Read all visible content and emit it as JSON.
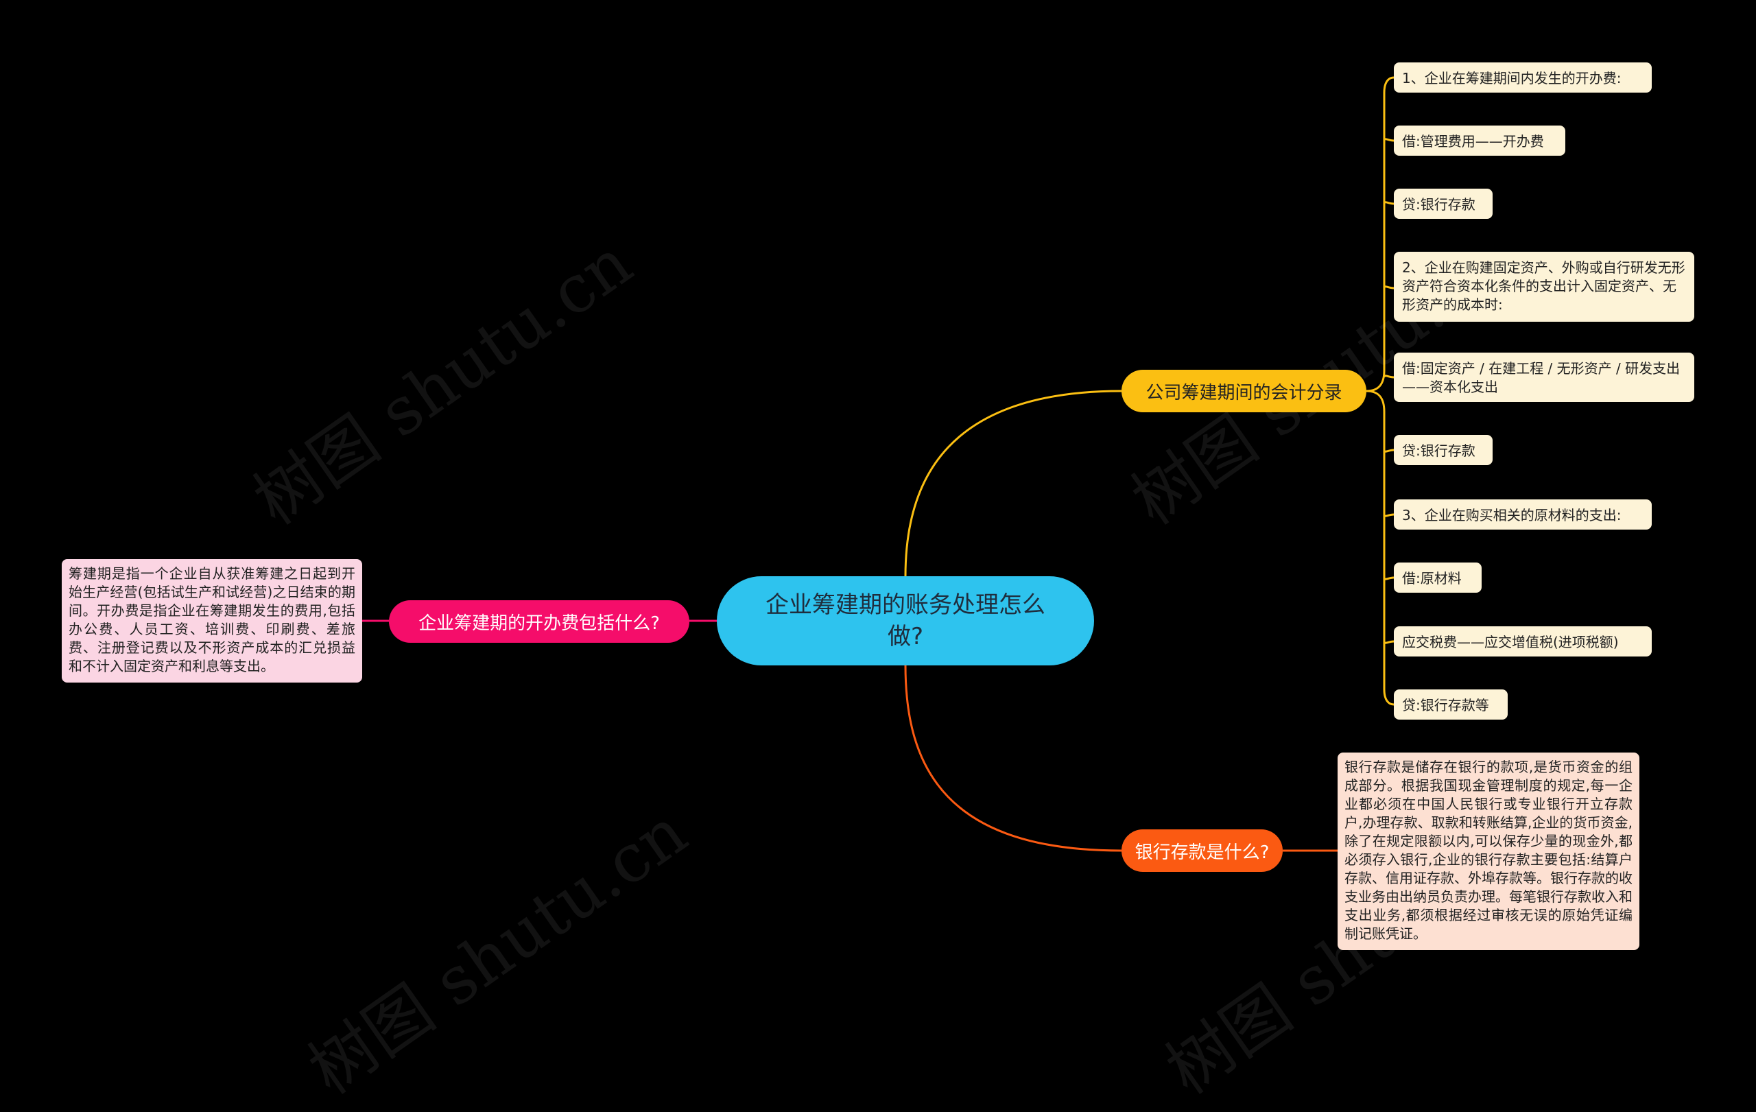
{
  "center": {
    "label": "企业筹建期的账务处理怎么做?"
  },
  "branches": {
    "accounting": {
      "label": "公司筹建期间的会计分录",
      "color": "#fbbf12",
      "items": [
        "1、企业在筹建期间内发生的开办费:",
        "借:管理费用——开办费",
        "贷:银行存款",
        "2、企业在购建固定资产、外购或自行研发无形资产符合资本化条件的支出计入固定资产、无形资产的成本时:",
        "借:固定资产 / 在建工程 / 无形资产 / 研发支出——资本化支出",
        "贷:银行存款",
        "3、企业在购买相关的原材料的支出:",
        "借:原材料",
        "应交税费——应交增值税(进项税额)",
        "贷:银行存款等"
      ]
    },
    "bank": {
      "label": "银行存款是什么?",
      "color": "#fb5a12",
      "note": "银行存款是储存在银行的款项,是货币资金的组成部分。根据我国现金管理制度的规定,每一企业都必须在中国人民银行或专业银行开立存款户,办理存款、取款和转账结算,企业的货币资金,除了在规定限额以内,可以保存少量的现金外,都必须存入银行,企业的银行存款主要包括:结算户存款、信用证存款、外埠存款等。银行存款的收支业务由出纳员负责办理。每笔银行存款收入和支出业务,都须根据经过审核无误的原始凭证编制记账凭证。"
    },
    "fee": {
      "label": "企业筹建期的开办费包括什么?",
      "color": "#f50d6a",
      "note": "筹建期是指一个企业自从获准筹建之日起到开始生产经营(包括试生产和试经营)之日结束的期间。开办费是指企业在筹建期发生的费用,包括办公费、人员工资、培训费、印刷费、差旅费、注册登记费以及不形资产成本的汇兑损益和不计入固定资产和利息等支出。"
    }
  },
  "watermark": "树图 shutu.cn"
}
